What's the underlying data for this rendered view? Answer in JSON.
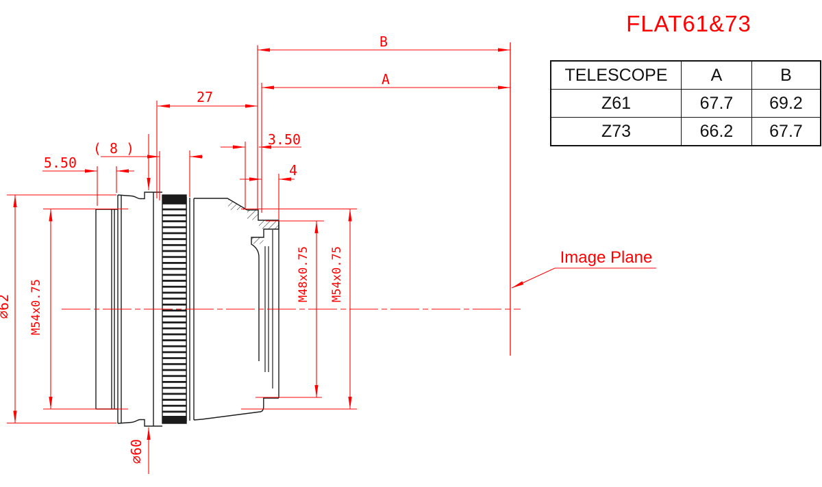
{
  "title": "FLAT61&73",
  "colors": {
    "accent": "#ff0000",
    "line": "#1b1b1b",
    "background": "#ffffff"
  },
  "table": {
    "headers": [
      "TELESCOPE",
      "A",
      "B"
    ],
    "rows": [
      [
        "Z61",
        "67.7",
        "69.2"
      ],
      [
        "Z73",
        "66.2",
        "67.7"
      ]
    ]
  },
  "drawing": {
    "image_plane_label": "Image Plane",
    "dims": {
      "b": "B",
      "a": "A",
      "d27": "27",
      "d8": "( 8 )",
      "d550": "5.50",
      "d350": "3.50",
      "d4": "4",
      "dia62": "∅62",
      "m54_left": "M54x0.75",
      "m48_rear": "M48x0.75",
      "m54_rear": "M54x0.75",
      "dia60": "∅60"
    }
  }
}
